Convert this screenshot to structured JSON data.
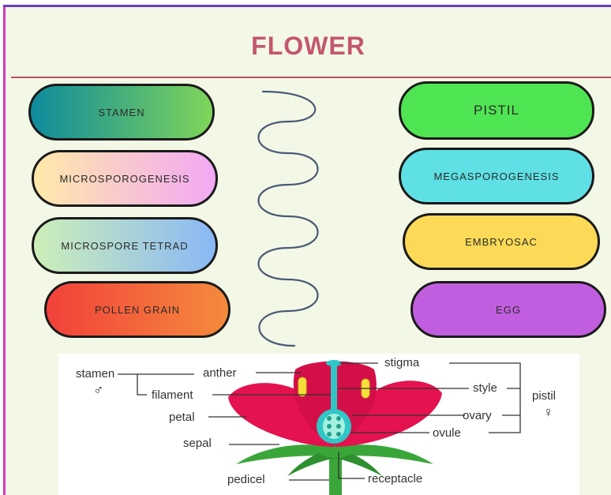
{
  "title": "FLOWER",
  "left_column": [
    {
      "label": "STAMEN",
      "gradient": [
        "#0e8a9c",
        "#7fd55a"
      ]
    },
    {
      "label": "MICROSPOROGENESIS",
      "gradient": [
        "#ffe9a8",
        "#f2a8f5"
      ]
    },
    {
      "label": "MICROSPORE TETRAD",
      "gradient": [
        "#cdeeb7",
        "#89b8f6"
      ]
    },
    {
      "label": "POLLEN GRAIN",
      "gradient": [
        "#f2413a",
        "#f48a3c"
      ]
    }
  ],
  "right_column": [
    {
      "label": "PISTIL",
      "color": "#4fe452"
    },
    {
      "label": "MEGASPOROGENESIS",
      "color": "#5ee0e4"
    },
    {
      "label": "EMBRYOSAC",
      "color": "#fcda57"
    },
    {
      "label": "EGG",
      "color": "#c15ee0"
    }
  ],
  "flower_labels": {
    "stamen": "stamen",
    "stamen_symbol": "♂",
    "anther": "anther",
    "filament": "filament",
    "petal": "petal",
    "sepal": "sepal",
    "pedicel": "pedicel",
    "receptacle": "receptacle",
    "stigma": "stigma",
    "style": "style",
    "ovary": "ovary",
    "ovule": "ovule",
    "pistil": "pistil",
    "pistil_symbol": "♀"
  },
  "colors": {
    "title": "#c4566e",
    "petal": "#e4124f",
    "sepal": "#3aa63a",
    "pistil": "#2fc6c6",
    "anther": "#f5e03a"
  }
}
